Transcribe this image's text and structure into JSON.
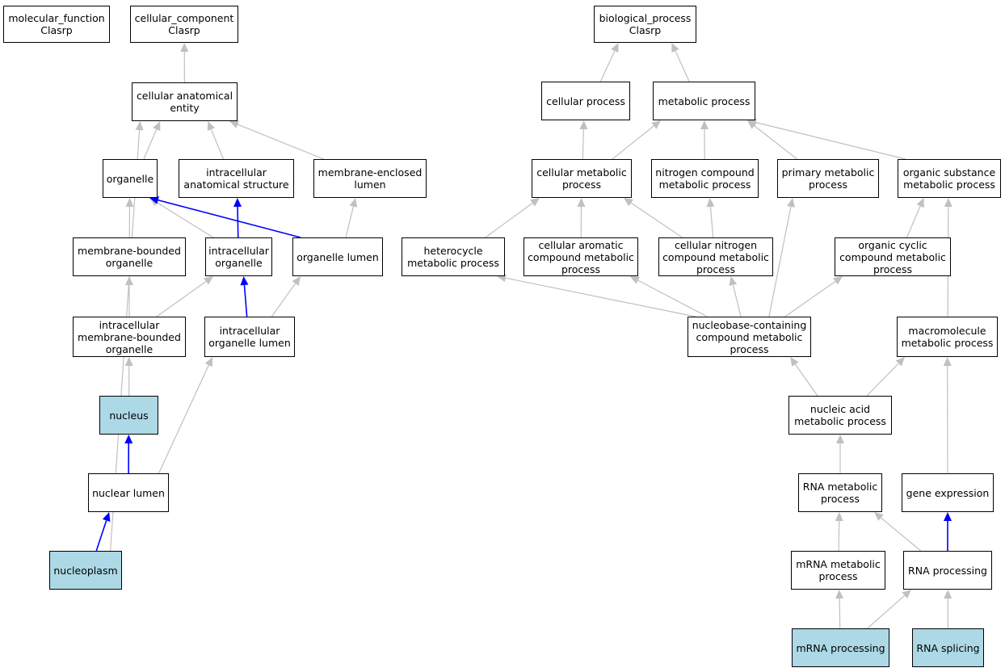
{
  "colors": {
    "highlight_fill": "#add8e6",
    "node_fill": "#ffffff",
    "edge_is_a": "#c0c0c0",
    "edge_part_of": "#0000ff"
  },
  "nodes": {
    "molecular_function": {
      "label": "molecular_function\nClasrp",
      "highlight": false
    },
    "cellular_component": {
      "label": "cellular_component\nClasrp",
      "highlight": false
    },
    "biological_process": {
      "label": "biological_process\nClasrp",
      "highlight": false
    },
    "cellular_anatomical_entity": {
      "label": "cellular anatomical\nentity",
      "highlight": false
    },
    "organelle": {
      "label": "organelle",
      "highlight": false
    },
    "intracellular_anatomical_structure": {
      "label": "intracellular\nanatomical structure",
      "highlight": false
    },
    "membrane_enclosed_lumen": {
      "label": "membrane-enclosed\nlumen",
      "highlight": false
    },
    "membrane_bounded_organelle": {
      "label": "membrane-bounded\norganelle",
      "highlight": false
    },
    "intracellular_organelle": {
      "label": "intracellular\norganelle",
      "highlight": false
    },
    "organelle_lumen": {
      "label": "organelle lumen",
      "highlight": false
    },
    "intracellular_membrane_bounded_organelle": {
      "label": "intracellular\nmembrane-bounded\norganelle",
      "highlight": false
    },
    "intracellular_organelle_lumen": {
      "label": "intracellular\norganelle lumen",
      "highlight": false
    },
    "nucleus": {
      "label": "nucleus",
      "highlight": true
    },
    "nuclear_lumen": {
      "label": "nuclear lumen",
      "highlight": false
    },
    "nucleoplasm": {
      "label": "nucleoplasm",
      "highlight": true
    },
    "cellular_process": {
      "label": "cellular process",
      "highlight": false
    },
    "metabolic_process": {
      "label": "metabolic process",
      "highlight": false
    },
    "cellular_metabolic_process": {
      "label": "cellular metabolic\nprocess",
      "highlight": false
    },
    "nitrogen_compound_metabolic_process": {
      "label": "nitrogen compound\nmetabolic process",
      "highlight": false
    },
    "primary_metabolic_process": {
      "label": "primary metabolic\nprocess",
      "highlight": false
    },
    "organic_substance_metabolic_process": {
      "label": "organic substance\nmetabolic process",
      "highlight": false
    },
    "heterocycle_metabolic_process": {
      "label": "heterocycle\nmetabolic process",
      "highlight": false
    },
    "cellular_aromatic_compound_metabolic_process": {
      "label": "cellular aromatic\ncompound metabolic\nprocess",
      "highlight": false
    },
    "cellular_nitrogen_compound_metabolic_process": {
      "label": "cellular nitrogen\ncompound metabolic\nprocess",
      "highlight": false
    },
    "organic_cyclic_compound_metabolic_process": {
      "label": "organic cyclic\ncompound metabolic\nprocess",
      "highlight": false
    },
    "nucleobase_containing_compound_metabolic_process": {
      "label": "nucleobase-containing\ncompound metabolic\nprocess",
      "highlight": false
    },
    "macromolecule_metabolic_process": {
      "label": "macromolecule\nmetabolic process",
      "highlight": false
    },
    "nucleic_acid_metabolic_process": {
      "label": "nucleic acid\nmetabolic process",
      "highlight": false
    },
    "rna_metabolic_process": {
      "label": "RNA metabolic\nprocess",
      "highlight": false
    },
    "gene_expression": {
      "label": "gene expression",
      "highlight": false
    },
    "mrna_metabolic_process": {
      "label": "mRNA metabolic\nprocess",
      "highlight": false
    },
    "rna_processing": {
      "label": "RNA processing",
      "highlight": false
    },
    "mrna_processing": {
      "label": "mRNA processing",
      "highlight": true
    },
    "rna_splicing": {
      "label": "RNA splicing",
      "highlight": true
    }
  },
  "edges": [
    {
      "from": "cellular_anatomical_entity",
      "to": "cellular_component",
      "type": "is_a"
    },
    {
      "from": "organelle",
      "to": "cellular_anatomical_entity",
      "type": "is_a"
    },
    {
      "from": "intracellular_anatomical_structure",
      "to": "cellular_anatomical_entity",
      "type": "is_a"
    },
    {
      "from": "membrane_enclosed_lumen",
      "to": "cellular_anatomical_entity",
      "type": "is_a"
    },
    {
      "from": "nucleoplasm",
      "to": "cellular_anatomical_entity",
      "type": "is_a"
    },
    {
      "from": "membrane_bounded_organelle",
      "to": "organelle",
      "type": "is_a"
    },
    {
      "from": "intracellular_organelle",
      "to": "organelle",
      "type": "is_a"
    },
    {
      "from": "organelle_lumen",
      "to": "organelle",
      "type": "part_of"
    },
    {
      "from": "intracellular_organelle",
      "to": "intracellular_anatomical_structure",
      "type": "part_of"
    },
    {
      "from": "organelle_lumen",
      "to": "membrane_enclosed_lumen",
      "type": "is_a"
    },
    {
      "from": "intracellular_membrane_bounded_organelle",
      "to": "membrane_bounded_organelle",
      "type": "is_a"
    },
    {
      "from": "intracellular_membrane_bounded_organelle",
      "to": "intracellular_organelle",
      "type": "is_a"
    },
    {
      "from": "intracellular_organelle_lumen",
      "to": "intracellular_organelle",
      "type": "part_of"
    },
    {
      "from": "intracellular_organelle_lumen",
      "to": "organelle_lumen",
      "type": "is_a"
    },
    {
      "from": "nucleus",
      "to": "intracellular_membrane_bounded_organelle",
      "type": "is_a"
    },
    {
      "from": "nuclear_lumen",
      "to": "nucleus",
      "type": "part_of"
    },
    {
      "from": "nuclear_lumen",
      "to": "intracellular_organelle_lumen",
      "type": "is_a"
    },
    {
      "from": "nucleoplasm",
      "to": "nuclear_lumen",
      "type": "part_of"
    },
    {
      "from": "cellular_process",
      "to": "biological_process",
      "type": "is_a"
    },
    {
      "from": "metabolic_process",
      "to": "biological_process",
      "type": "is_a"
    },
    {
      "from": "cellular_metabolic_process",
      "to": "cellular_process",
      "type": "is_a"
    },
    {
      "from": "cellular_metabolic_process",
      "to": "metabolic_process",
      "type": "is_a"
    },
    {
      "from": "nitrogen_compound_metabolic_process",
      "to": "metabolic_process",
      "type": "is_a"
    },
    {
      "from": "primary_metabolic_process",
      "to": "metabolic_process",
      "type": "is_a"
    },
    {
      "from": "organic_substance_metabolic_process",
      "to": "metabolic_process",
      "type": "is_a"
    },
    {
      "from": "heterocycle_metabolic_process",
      "to": "cellular_metabolic_process",
      "type": "is_a"
    },
    {
      "from": "cellular_aromatic_compound_metabolic_process",
      "to": "cellular_metabolic_process",
      "type": "is_a"
    },
    {
      "from": "cellular_nitrogen_compound_metabolic_process",
      "to": "cellular_metabolic_process",
      "type": "is_a"
    },
    {
      "from": "cellular_nitrogen_compound_metabolic_process",
      "to": "nitrogen_compound_metabolic_process",
      "type": "is_a"
    },
    {
      "from": "organic_cyclic_compound_metabolic_process",
      "to": "organic_substance_metabolic_process",
      "type": "is_a"
    },
    {
      "from": "nucleobase_containing_compound_metabolic_process",
      "to": "heterocycle_metabolic_process",
      "type": "is_a"
    },
    {
      "from": "nucleobase_containing_compound_metabolic_process",
      "to": "cellular_aromatic_compound_metabolic_process",
      "type": "is_a"
    },
    {
      "from": "nucleobase_containing_compound_metabolic_process",
      "to": "cellular_nitrogen_compound_metabolic_process",
      "type": "is_a"
    },
    {
      "from": "nucleobase_containing_compound_metabolic_process",
      "to": "primary_metabolic_process",
      "type": "is_a"
    },
    {
      "from": "nucleobase_containing_compound_metabolic_process",
      "to": "organic_cyclic_compound_metabolic_process",
      "type": "is_a"
    },
    {
      "from": "macromolecule_metabolic_process",
      "to": "organic_substance_metabolic_process",
      "type": "is_a"
    },
    {
      "from": "nucleic_acid_metabolic_process",
      "to": "nucleobase_containing_compound_metabolic_process",
      "type": "is_a"
    },
    {
      "from": "nucleic_acid_metabolic_process",
      "to": "macromolecule_metabolic_process",
      "type": "is_a"
    },
    {
      "from": "rna_metabolic_process",
      "to": "nucleic_acid_metabolic_process",
      "type": "is_a"
    },
    {
      "from": "gene_expression",
      "to": "macromolecule_metabolic_process",
      "type": "is_a"
    },
    {
      "from": "mrna_metabolic_process",
      "to": "rna_metabolic_process",
      "type": "is_a"
    },
    {
      "from": "rna_processing",
      "to": "rna_metabolic_process",
      "type": "is_a"
    },
    {
      "from": "rna_processing",
      "to": "gene_expression",
      "type": "part_of"
    },
    {
      "from": "mrna_processing",
      "to": "mrna_metabolic_process",
      "type": "is_a"
    },
    {
      "from": "mrna_processing",
      "to": "rna_processing",
      "type": "is_a"
    },
    {
      "from": "rna_splicing",
      "to": "rna_processing",
      "type": "is_a"
    }
  ]
}
